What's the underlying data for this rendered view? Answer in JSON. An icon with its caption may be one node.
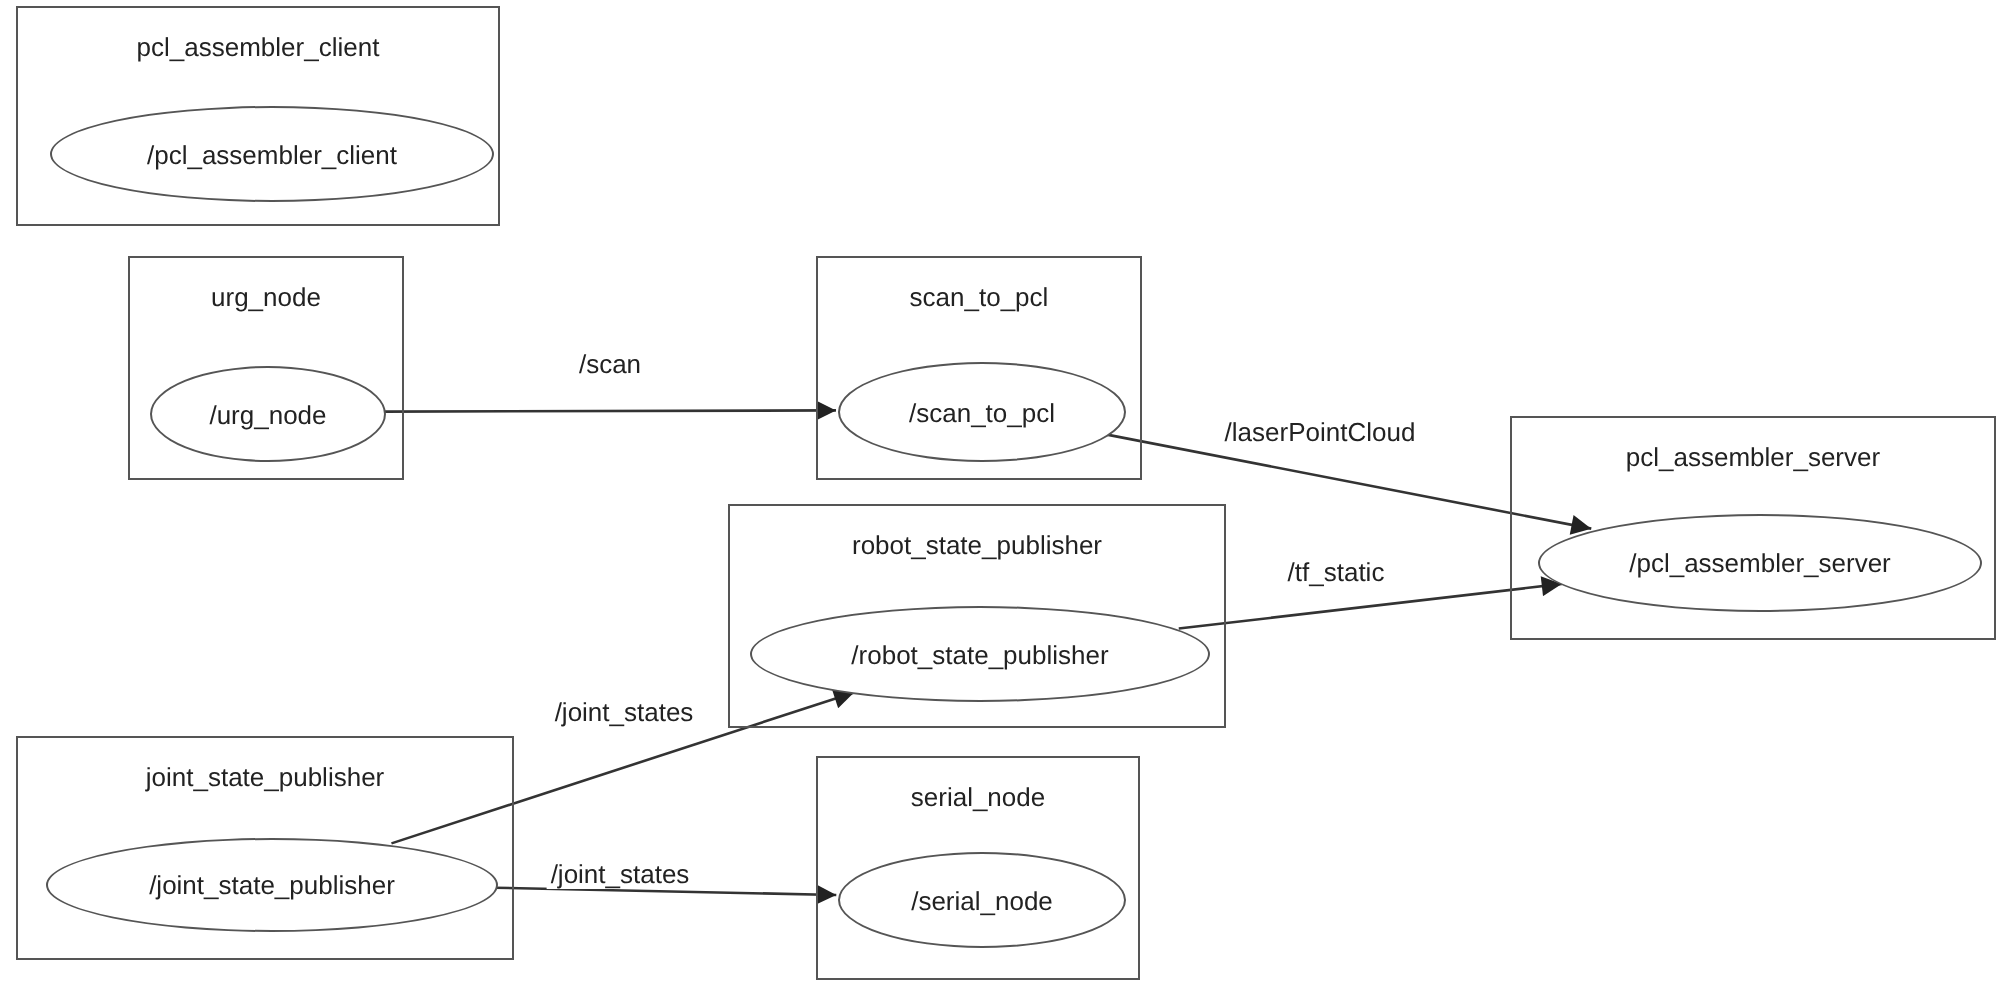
{
  "diagram": {
    "nodes": [
      {
        "text": [
          "pcl_assembler_client"
        ]
      },
      {
        "text": [
          "/pcl_assembler_client"
        ],
        "in": 0
      },
      {
        "text": [
          "urg_node"
        ]
      },
      {
        "text": [
          "/urg_node"
        ],
        "in": 2
      },
      {
        "text": [
          "scan_to_pcl"
        ]
      },
      {
        "text": [
          "/scan_to_pcl"
        ],
        "in": 4
      },
      {
        "text": [
          "pcl_assembler_server"
        ]
      },
      {
        "text": [
          "/pcl_assembler_server"
        ],
        "in": 6
      },
      {
        "text": [
          "robot_state_publisher"
        ]
      },
      {
        "text": [
          "/robot_state_publisher"
        ],
        "in": 8
      },
      {
        "text": [
          "joint_state_publisher"
        ]
      },
      {
        "text": [
          "/joint_state_publisher"
        ],
        "in": 10
      },
      {
        "text": [
          "serial_node"
        ]
      },
      {
        "text": [
          "/serial_node"
        ],
        "in": 12
      }
    ],
    "edges": [
      {
        "from": 3,
        "to": 5,
        "arrow": "to",
        "label": "/scan"
      },
      {
        "from": 5,
        "to": 7,
        "arrow": "to",
        "label": "/laserPointCloud"
      },
      {
        "from": 9,
        "to": 7,
        "arrow": "to",
        "label": "/tf_static"
      },
      {
        "from": 11,
        "to": 9,
        "arrow": "to",
        "label": "/joint_states"
      },
      {
        "from": 11,
        "to": 13,
        "arrow": "to",
        "label": "/joint_states"
      }
    ]
  }
}
